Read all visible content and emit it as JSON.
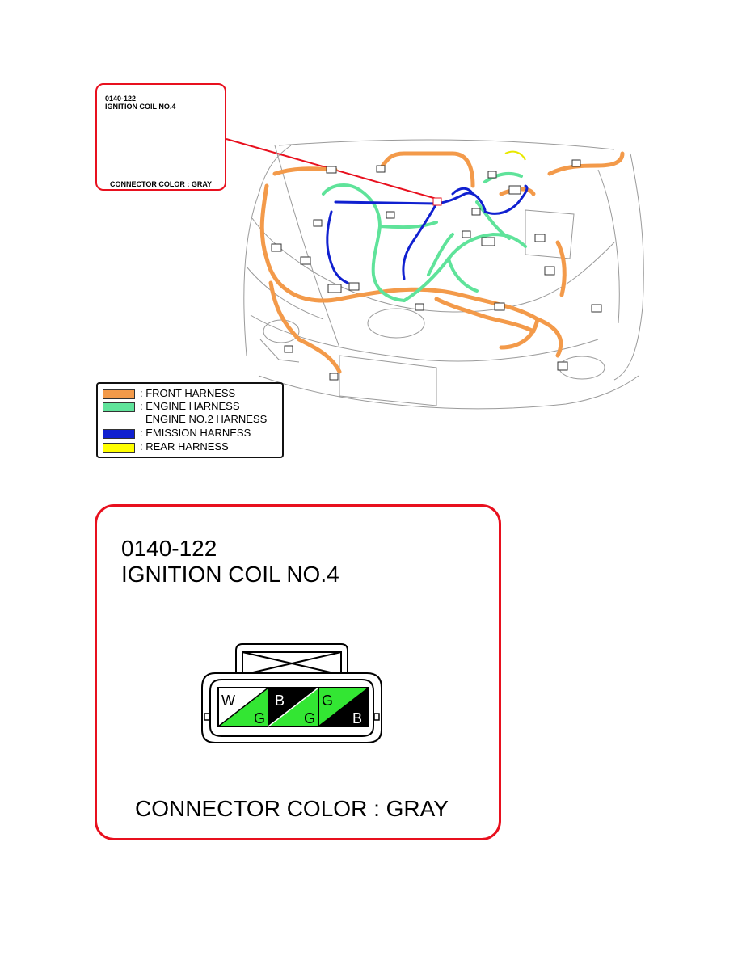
{
  "connector": {
    "code": "0140-122",
    "name": "IGNITION COIL NO.4",
    "color_label": "CONNECTOR COLOR : GRAY",
    "pins": [
      {
        "top": "W",
        "bottom": "G"
      },
      {
        "top": "B",
        "bottom": "G"
      },
      {
        "top": "G",
        "bottom": "B"
      }
    ]
  },
  "legend": [
    {
      "label": ": FRONT HARNESS",
      "color": "#f39a4a"
    },
    {
      "label": ": ENGINE HARNESS",
      "color": "#5fe39a",
      "sub": "ENGINE NO.2 HARNESS"
    },
    {
      "label": ": EMISSION HARNESS",
      "color": "#1020d0"
    },
    {
      "label": ": REAR HARNESS",
      "color": "#ffff00"
    }
  ],
  "colors": {
    "callout": "#e8101e",
    "pin_green": "#33e633",
    "pin_black": "#000000"
  }
}
